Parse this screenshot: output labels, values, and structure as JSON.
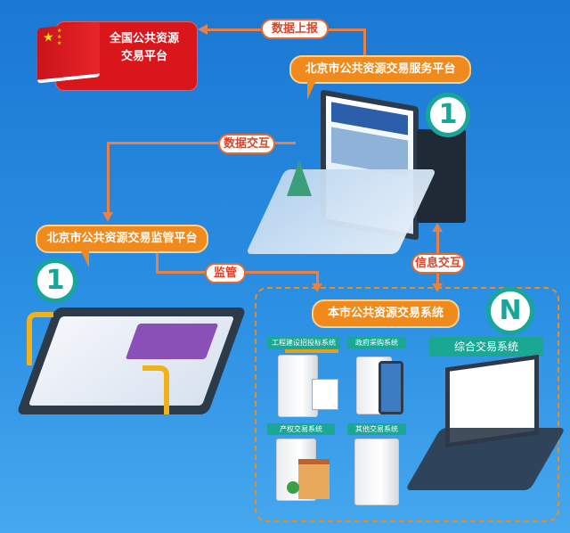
{
  "national": {
    "line1": "全国公共资源",
    "line2": "交易平台"
  },
  "labels": {
    "data_report": "数据上报",
    "data_exchange": "数据交互",
    "supervision": "监管",
    "info_exchange": "信息交互"
  },
  "service_platform": {
    "title": "北京市公共资源交易服务平台",
    "count": "1"
  },
  "supervision_platform": {
    "title": "北京市公共资源交易监管平台",
    "count": "1"
  },
  "city_systems": {
    "title": "本市公共资源交易系统",
    "count": "N",
    "items": [
      "工程建设招投标系统",
      "政府采购系统",
      "产权交易系统",
      "其他交易系统",
      "综合交易系统"
    ]
  },
  "colors": {
    "accent": "#f08a1c",
    "teal": "#18a59a",
    "red": "#d9161c",
    "background": "#1e7fd6"
  }
}
